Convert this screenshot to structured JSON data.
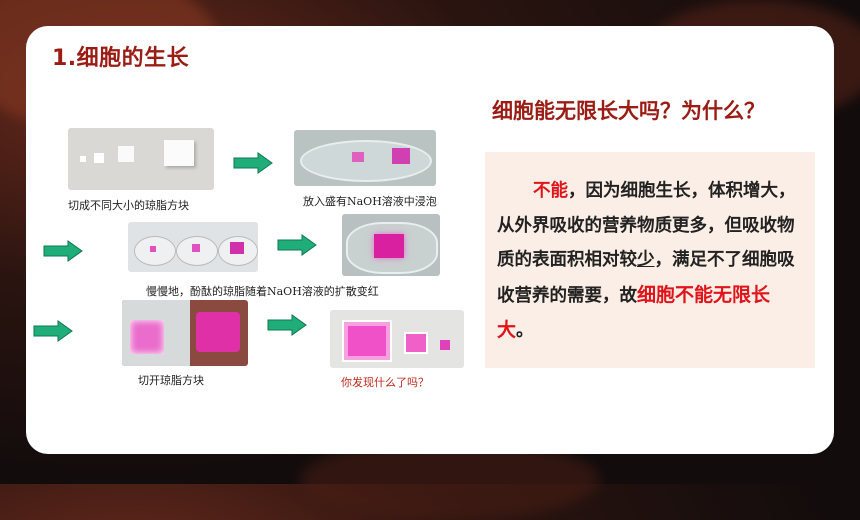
{
  "slide": {
    "title": "1.细胞的生长",
    "question": "细胞能无限长大吗？为什么？",
    "answer": {
      "no": "不能",
      "part1": "，因为细胞生长，体积增大，从外界吸收的营养物质更多，但吸收物质的表面积相对较",
      "shao": "少",
      "part2": "，满足不了细胞吸收营养的需要，故",
      "conclusion": "细胞不能无限长大",
      "end": "。"
    },
    "captions": {
      "cut": "切成不同大小的琼脂方块",
      "soak": "放入盛有NaOH溶液中浸泡",
      "slow": "慢慢地，酚酞的琼脂随着NaOH溶液的扩散变红",
      "open": "切开琼脂方块",
      "find": "你发现什么了吗？"
    },
    "colors": {
      "title": "#9b1c14",
      "highlight": "#e0141a",
      "arrow": "#1fae7a",
      "box": "#fbeee6"
    }
  }
}
